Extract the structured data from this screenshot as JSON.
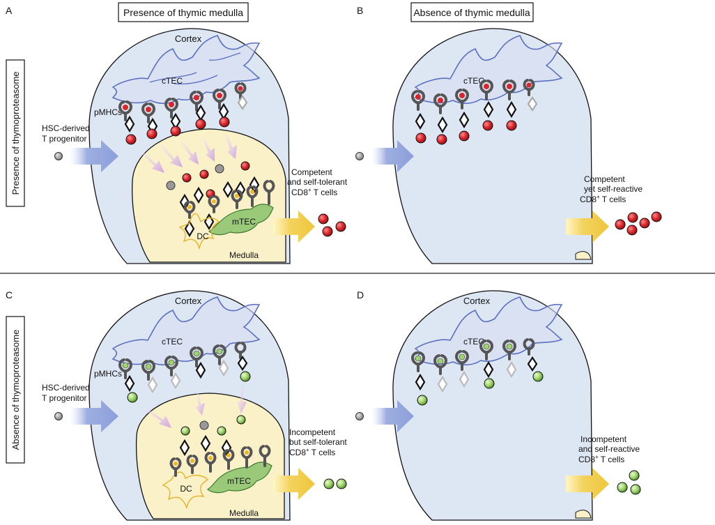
{
  "panels": {
    "a": {
      "letter": "A",
      "header": "Presence of thymic medulla"
    },
    "b": {
      "letter": "B",
      "header": "Absence of thymic medulla"
    },
    "c": {
      "letter": "C"
    },
    "d": {
      "letter": "D"
    }
  },
  "row_labels": {
    "top": "Presence of thymoproteasome",
    "bottom": "Absence of thymoproteasome"
  },
  "labels": {
    "cortex": "Cortex",
    "ctec": "cTEC",
    "pmhcs": "pMHCs",
    "medulla": "Medulla",
    "mtec": "mTEC",
    "dc": "DC",
    "progenitor_line1": "HSC-derived",
    "progenitor_line2": "T progenitor"
  },
  "outcomes": {
    "a": {
      "line1": "Competent",
      "line2": "and self-tolerant",
      "line3": "CD8",
      "sup": "+",
      "line3b": " T cells"
    },
    "b": {
      "line1": "Competent",
      "line2": "yet self-reactive",
      "line3": "CD8",
      "sup": "+",
      "line3b": " T cells"
    },
    "c": {
      "line1": "Incompetent",
      "line2": "but self-tolerant",
      "line3": "CD8",
      "sup": "+",
      "line3b": " T cells"
    },
    "d": {
      "line1": "Incompetent",
      "line2": "and self-reactive",
      "line3": "CD8",
      "sup": "+",
      "line3b": " T cells"
    }
  },
  "colors": {
    "cortex_fill": "#dde6f3",
    "medulla_fill": "#fbf1c9",
    "ctec_stroke": "#5b6fc0",
    "arrow_blue": "#9eaee0",
    "arrow_yellow": "#f3d35e",
    "mtec_fill": "#9bc97a",
    "dc_stroke": "#e5b32a",
    "cell_red": "#d9262b",
    "cell_green": "#9fd36b",
    "ghost": "#bdbdbd",
    "pink_arrow": "#d8b4e6"
  }
}
